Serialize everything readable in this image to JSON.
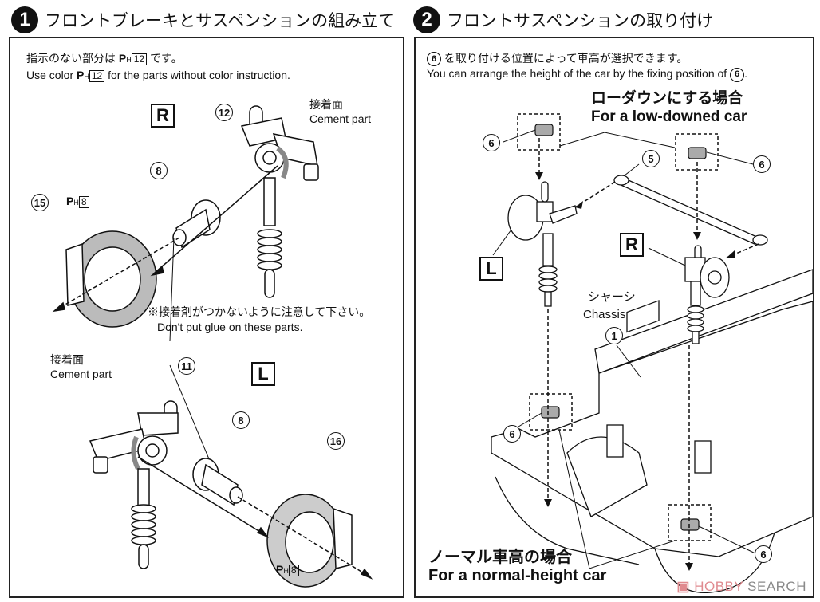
{
  "step1": {
    "number": "1",
    "title": "フロントブレーキとサスペンションの組み立て",
    "note_jp_prefix": "指示のない部分は",
    "note_jp_suffix": "です。",
    "note_en_prefix": "Use color",
    "note_en_suffix": "for the parts without color instruction.",
    "color_code": {
      "prefix": "P",
      "sub": "H",
      "code": "12"
    },
    "right_side": {
      "side_label": "R",
      "cement_jp": "接着面",
      "cement_en": "Cement part",
      "parts": [
        "12",
        "8",
        "15"
      ],
      "paint": {
        "prefix": "P",
        "sub": "H",
        "code": "8"
      }
    },
    "glue_warning_jp": "※接着剤がつかないように注意して下さい。",
    "glue_warning_en": "Don't put glue on these parts.",
    "left_side": {
      "side_label": "L",
      "cement_jp": "接着面",
      "cement_en": "Cement part",
      "parts": [
        "11",
        "8",
        "16"
      ],
      "paint": {
        "prefix": "P",
        "sub": "H",
        "code": "8"
      }
    }
  },
  "step2": {
    "number": "2",
    "title": "フロントサスペンションの取り付け",
    "note_jp": "を取り付ける位置によって車高が選択できます。",
    "note_en": "You can arrange the height of the car by the fixing position of",
    "note_part": "6",
    "low_jp": "ローダウンにする場合",
    "low_en": "For a low-downed car",
    "normal_jp": "ノーマル車高の場合",
    "normal_en": "For a normal-height car",
    "chassis_jp": "シャーシ",
    "chassis_en": "Chassis",
    "parts": {
      "spacer": "6",
      "tie_rod": "5",
      "chassis": "1"
    },
    "side_labels": {
      "left": "L",
      "right": "R"
    }
  },
  "watermark": {
    "brand_a": "HOBBY",
    "brand_b": "SEARCH",
    "color_a": "#e08a8f",
    "color_b": "#8a8a8a"
  }
}
